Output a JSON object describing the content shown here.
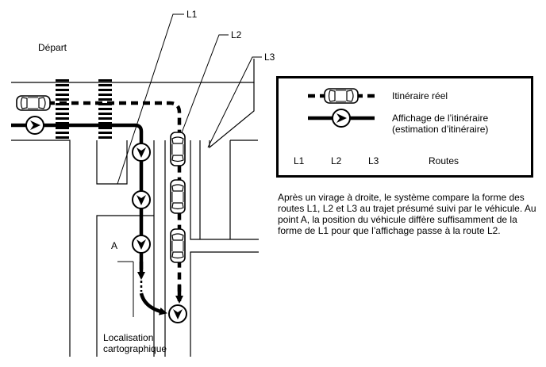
{
  "diagram": {
    "labels": {
      "start": "Départ",
      "l1": "L1",
      "l2": "L2",
      "l3": "L3",
      "point_a": "A",
      "map_location_line1": "Localisation",
      "map_location_line2": "cartographique"
    },
    "legend": {
      "actual_route": "Itinéraire réel",
      "route_display_line1": "Affichage de l’itinéraire",
      "route_display_line2": "(estimation d’itinéraire)",
      "l1": "L1",
      "l2": "L2",
      "l3": "L3",
      "roads": "Routes"
    },
    "description": "Après un virage à droite, le système compare la forme des routes L1, L2 et L3 au trajet présumé suivi par le véhicule. Au point A, la position du véhicule diffère suffisamment de la forme de L1 pour que l’affichage passe à la route L2."
  }
}
